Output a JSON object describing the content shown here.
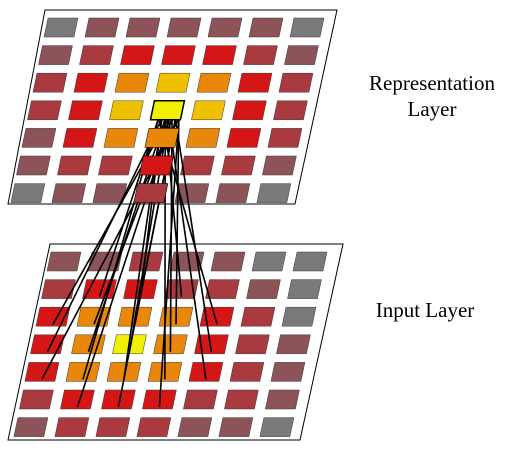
{
  "labels": {
    "representation_line1": "Representation",
    "representation_line2": "Layer",
    "input": "Input Layer"
  },
  "colors": {
    "background": "#ffffff",
    "outline": "#000000",
    "G": "#7a7a7a",
    "B": "#8c5358",
    "R": "#a83a40",
    "D": "#d41616",
    "O": "#e8870a",
    "A": "#eec000",
    "Y": "#f0f000",
    "connection": "#000000"
  },
  "representation_layer": {
    "rows": [
      [
        "G",
        "B",
        "B",
        "B",
        "B",
        "B",
        "G"
      ],
      [
        "B",
        "R",
        "D",
        "D",
        "D",
        "R",
        "B"
      ],
      [
        "R",
        "D",
        "O",
        "A",
        "O",
        "D",
        "R"
      ],
      [
        "R",
        "D",
        "A",
        "Y",
        "A",
        "D",
        "R"
      ],
      [
        "B",
        "D",
        "O",
        "O",
        "O",
        "D",
        "R"
      ],
      [
        "B",
        "R",
        "R",
        "D",
        "R",
        "R",
        "B"
      ],
      [
        "G",
        "B",
        "B",
        "R",
        "B",
        "B",
        "G"
      ]
    ],
    "focus_cell": [
      3,
      3
    ]
  },
  "input_layer": {
    "rows": [
      [
        "B",
        "B",
        "R",
        "B",
        "B",
        "G",
        "G"
      ],
      [
        "R",
        "D",
        "D",
        "R",
        "R",
        "B",
        "G"
      ],
      [
        "D",
        "O",
        "O",
        "O",
        "D",
        "R",
        "G"
      ],
      [
        "D",
        "O",
        "Y",
        "O",
        "D",
        "R",
        "B"
      ],
      [
        "D",
        "O",
        "O",
        "O",
        "D",
        "R",
        "B"
      ],
      [
        "R",
        "D",
        "D",
        "D",
        "R",
        "R",
        "B"
      ],
      [
        "B",
        "R",
        "R",
        "R",
        "B",
        "B",
        "G"
      ]
    ],
    "receptive_field_cells": [
      [
        1,
        1
      ],
      [
        1,
        2
      ],
      [
        1,
        3
      ],
      [
        2,
        0
      ],
      [
        2,
        1
      ],
      [
        2,
        2
      ],
      [
        2,
        3
      ],
      [
        2,
        4
      ],
      [
        3,
        0
      ],
      [
        3,
        1
      ],
      [
        3,
        2
      ],
      [
        3,
        3
      ],
      [
        3,
        4
      ],
      [
        4,
        0
      ],
      [
        4,
        1
      ],
      [
        4,
        2
      ],
      [
        4,
        3
      ],
      [
        4,
        4
      ],
      [
        5,
        1
      ],
      [
        5,
        2
      ],
      [
        5,
        3
      ]
    ]
  }
}
